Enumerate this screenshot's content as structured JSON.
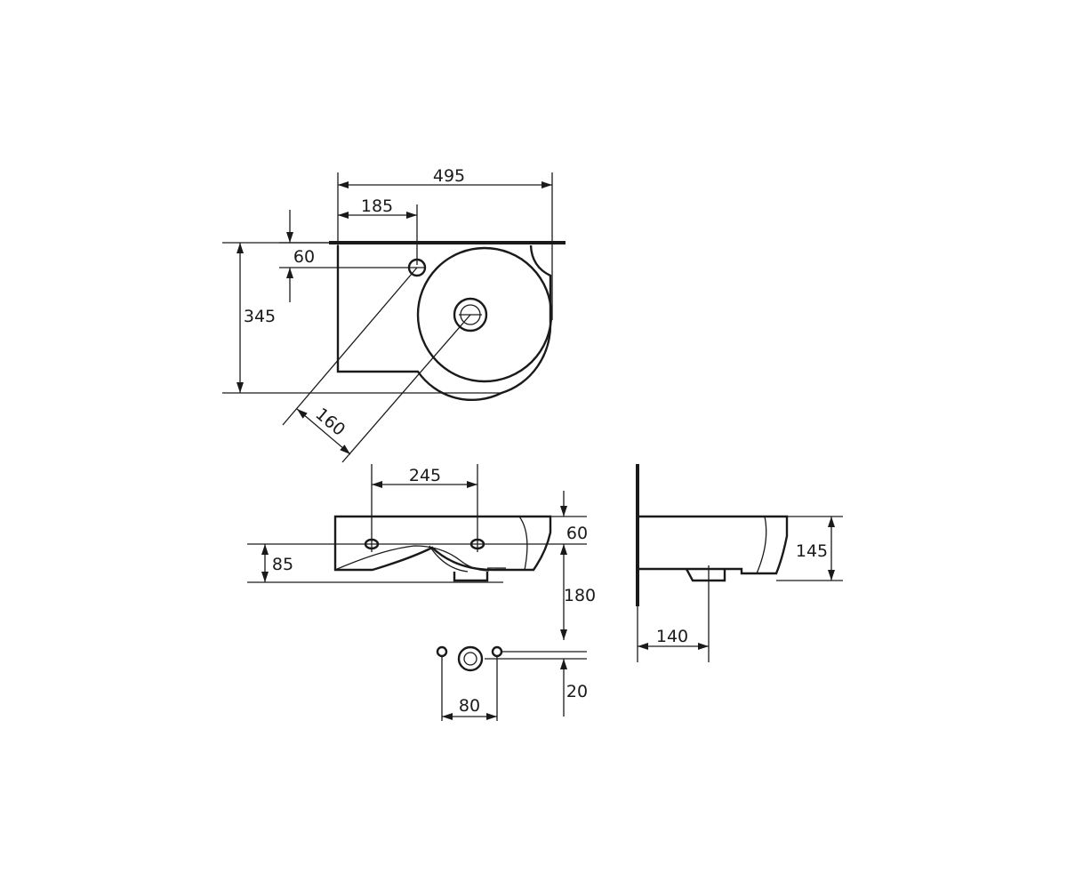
{
  "dimensions": {
    "top_width": "495",
    "tap_offset": "185",
    "tap_from_wall": "60",
    "depth": "345",
    "bowl_diameter": "160",
    "mount_hole_spacing": "245",
    "front_top_to_holes": "60",
    "hole_height": "85",
    "drain_to_holes": "180",
    "side_height": "145",
    "drain_from_wall": "140",
    "drain_hole_spacing": "80",
    "drain_hole_offset": "20"
  }
}
